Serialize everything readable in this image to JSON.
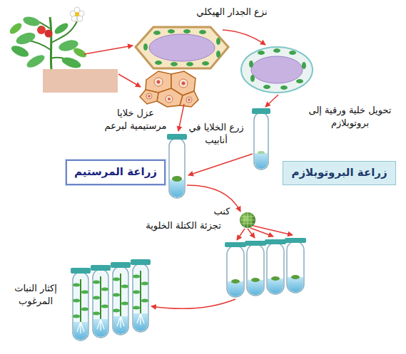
{
  "diagram": {
    "nodes": [
      {
        "text": [
          "زراعة المرستيم"
        ]
      },
      {
        "text": [
          "زراعة البروتوبلازم"
        ]
      }
    ],
    "labels": [
      "نزع الجدار الهيكلي",
      "عزل خلايا مرستيمية لبرعم",
      "تحويل خلية ورقية إلى بروتوبلازم",
      "زرع الخلايا في أنابيب",
      "كنب",
      "تجزئة الكتلة الخلوية",
      "إكثار النبات المرغوب"
    ]
  }
}
